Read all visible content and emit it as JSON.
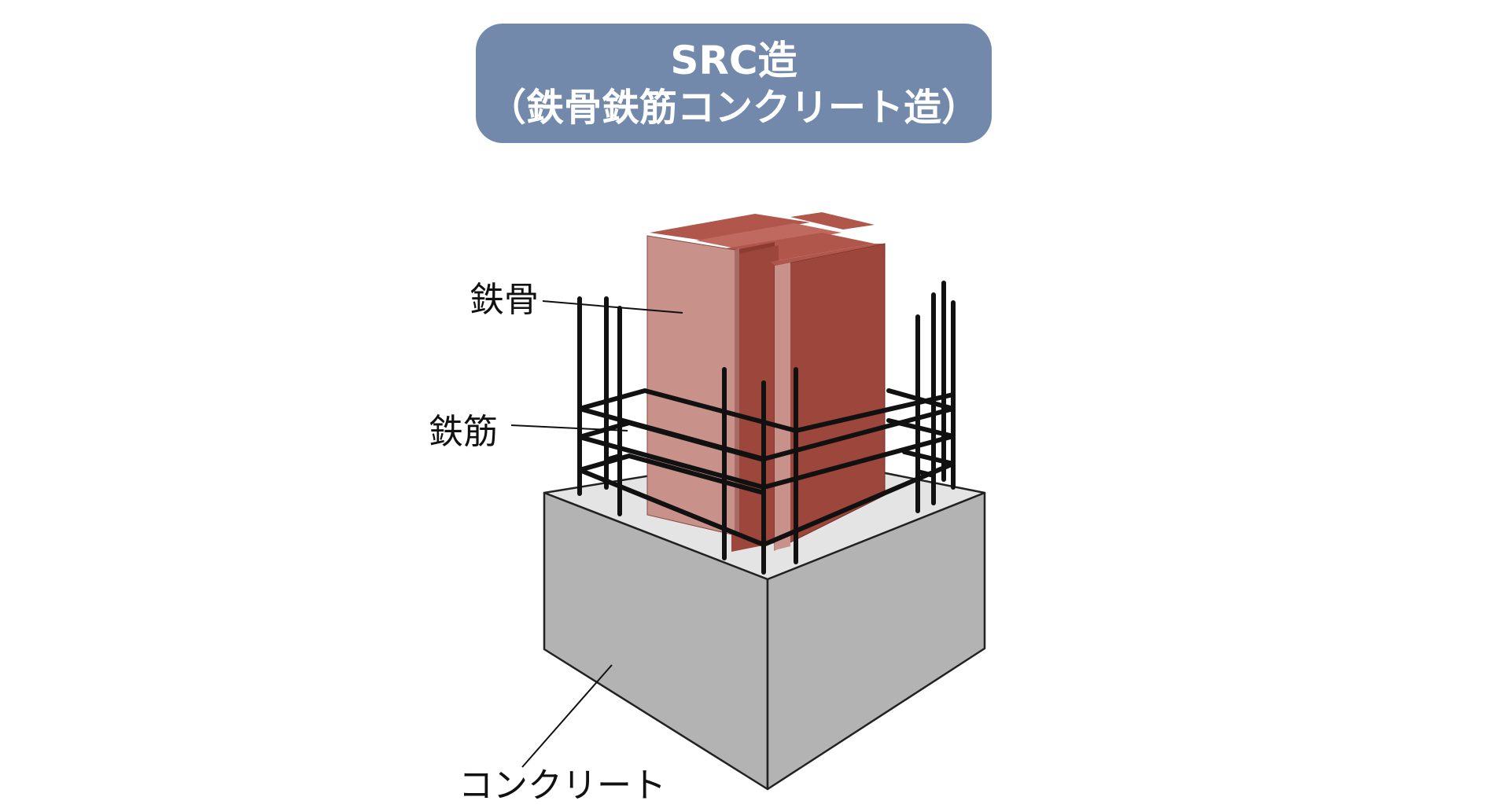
{
  "title": {
    "line1": "SRC造",
    "line2": "（鉄骨鉄筋コンクリート造）"
  },
  "labels": {
    "steel": "鉄骨",
    "rebar": "鉄筋",
    "concrete": "コンクリート"
  },
  "colors": {
    "title_bg": "#7289ab",
    "steel_light": "#c8928a",
    "steel_dark": "#9c463c",
    "steel_mid": "#b0564b",
    "concrete_top": "#e4e4e4",
    "concrete_side": "#b3b3b3",
    "rebar": "#111111"
  }
}
